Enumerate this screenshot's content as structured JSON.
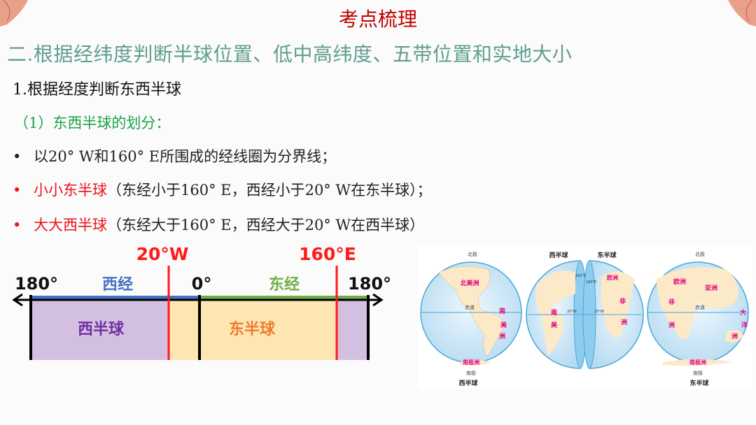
{
  "title": "考点梳理",
  "heading": "二.根据经纬度判断半球位置、低中高纬度、五带位置和实地大小",
  "section": "1.根据经度判断东西半球",
  "subsection": "（1）东西半球的划分：",
  "bullets": [
    {
      "marker": "•",
      "highlight": "",
      "text": "以20° W和160° E所围成的经线圈为分界线；"
    },
    {
      "marker": "•",
      "highlight": "小小东半球",
      "text": "（东经小于160° E，西经小于20° W在东半球）；"
    },
    {
      "marker": "•",
      "highlight": "大大西半球",
      "text": "（东经大于160° E，西经大于20° W在西半球）"
    }
  ],
  "diagram": {
    "boundary_w": "20°W",
    "boundary_e": "160°E",
    "left_180": "180°",
    "right_180": "180°",
    "west_longitude": "西经",
    "prime": "0°",
    "east_longitude": "东经",
    "western_hemisphere": "西半球",
    "eastern_hemisphere": "东半球",
    "colors": {
      "west_fill": "#d3bfe0",
      "east_fill": "#fde6b2",
      "boundary": "#ff1a1a",
      "west_bar": "#4472c4",
      "east_bar": "#70ad47",
      "west_text": "#7030a0",
      "east_text": "#ed7d31"
    }
  },
  "globes": {
    "north_pole": "北极",
    "south_pole": "南极",
    "equator": "赤道",
    "west_caption": "西半球",
    "east_caption": "东半球",
    "split_west_title": "西半球",
    "split_east_title": "东半球",
    "label_160e": "160°E",
    "label_20w": "20°W",
    "continents": {
      "north_america": "北美洲",
      "south_america_1": "南",
      "south_america_2": "美",
      "south_america_3": "洲",
      "antarctica": "南极洲",
      "asia": "亚洲",
      "europe": "欧洲",
      "africa_1": "非",
      "africa_2": "洲",
      "oceania_1": "大",
      "oceania_2": "洋",
      "oceania_3": "洲"
    }
  }
}
